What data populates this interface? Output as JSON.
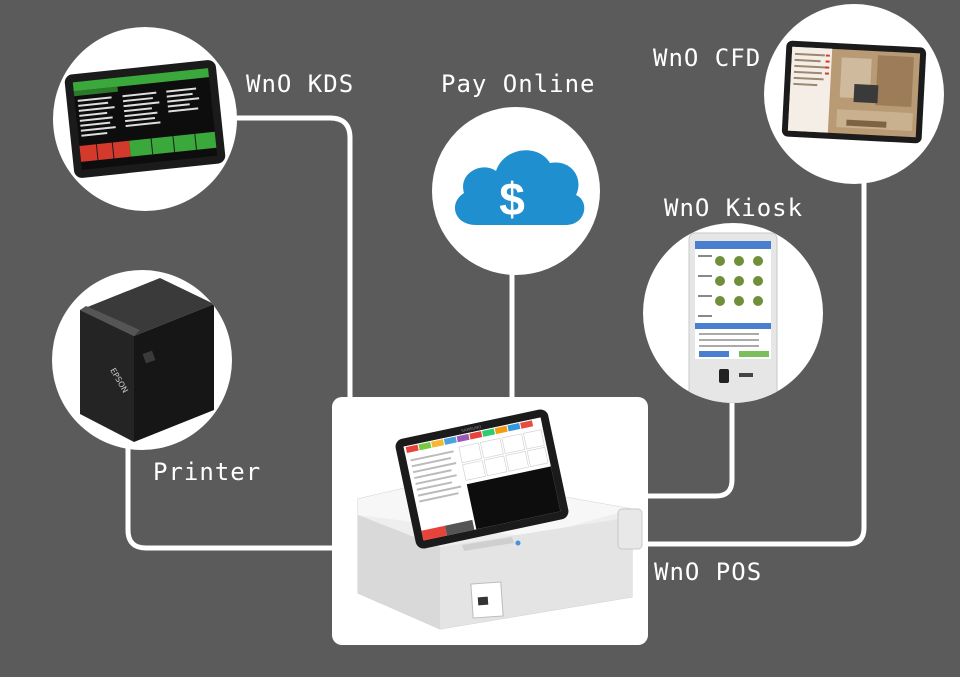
{
  "labels": {
    "kds": "WnO KDS",
    "pay": "Pay Online",
    "cfd": "WnO CFD",
    "kiosk": "WnO Kiosk",
    "printer": "Printer",
    "pos": "WnO POS"
  },
  "colors": {
    "background": "#5b5b5b",
    "connector": "#ffffff",
    "cloud": "#1f8fcf",
    "kds_green": "#3aa83a",
    "kds_red": "#d33a2c"
  },
  "icons": {
    "pay": "cloud-dollar-icon"
  },
  "printer_brand": "EPSON",
  "pos_tablet_brand": "SAMSUNG"
}
